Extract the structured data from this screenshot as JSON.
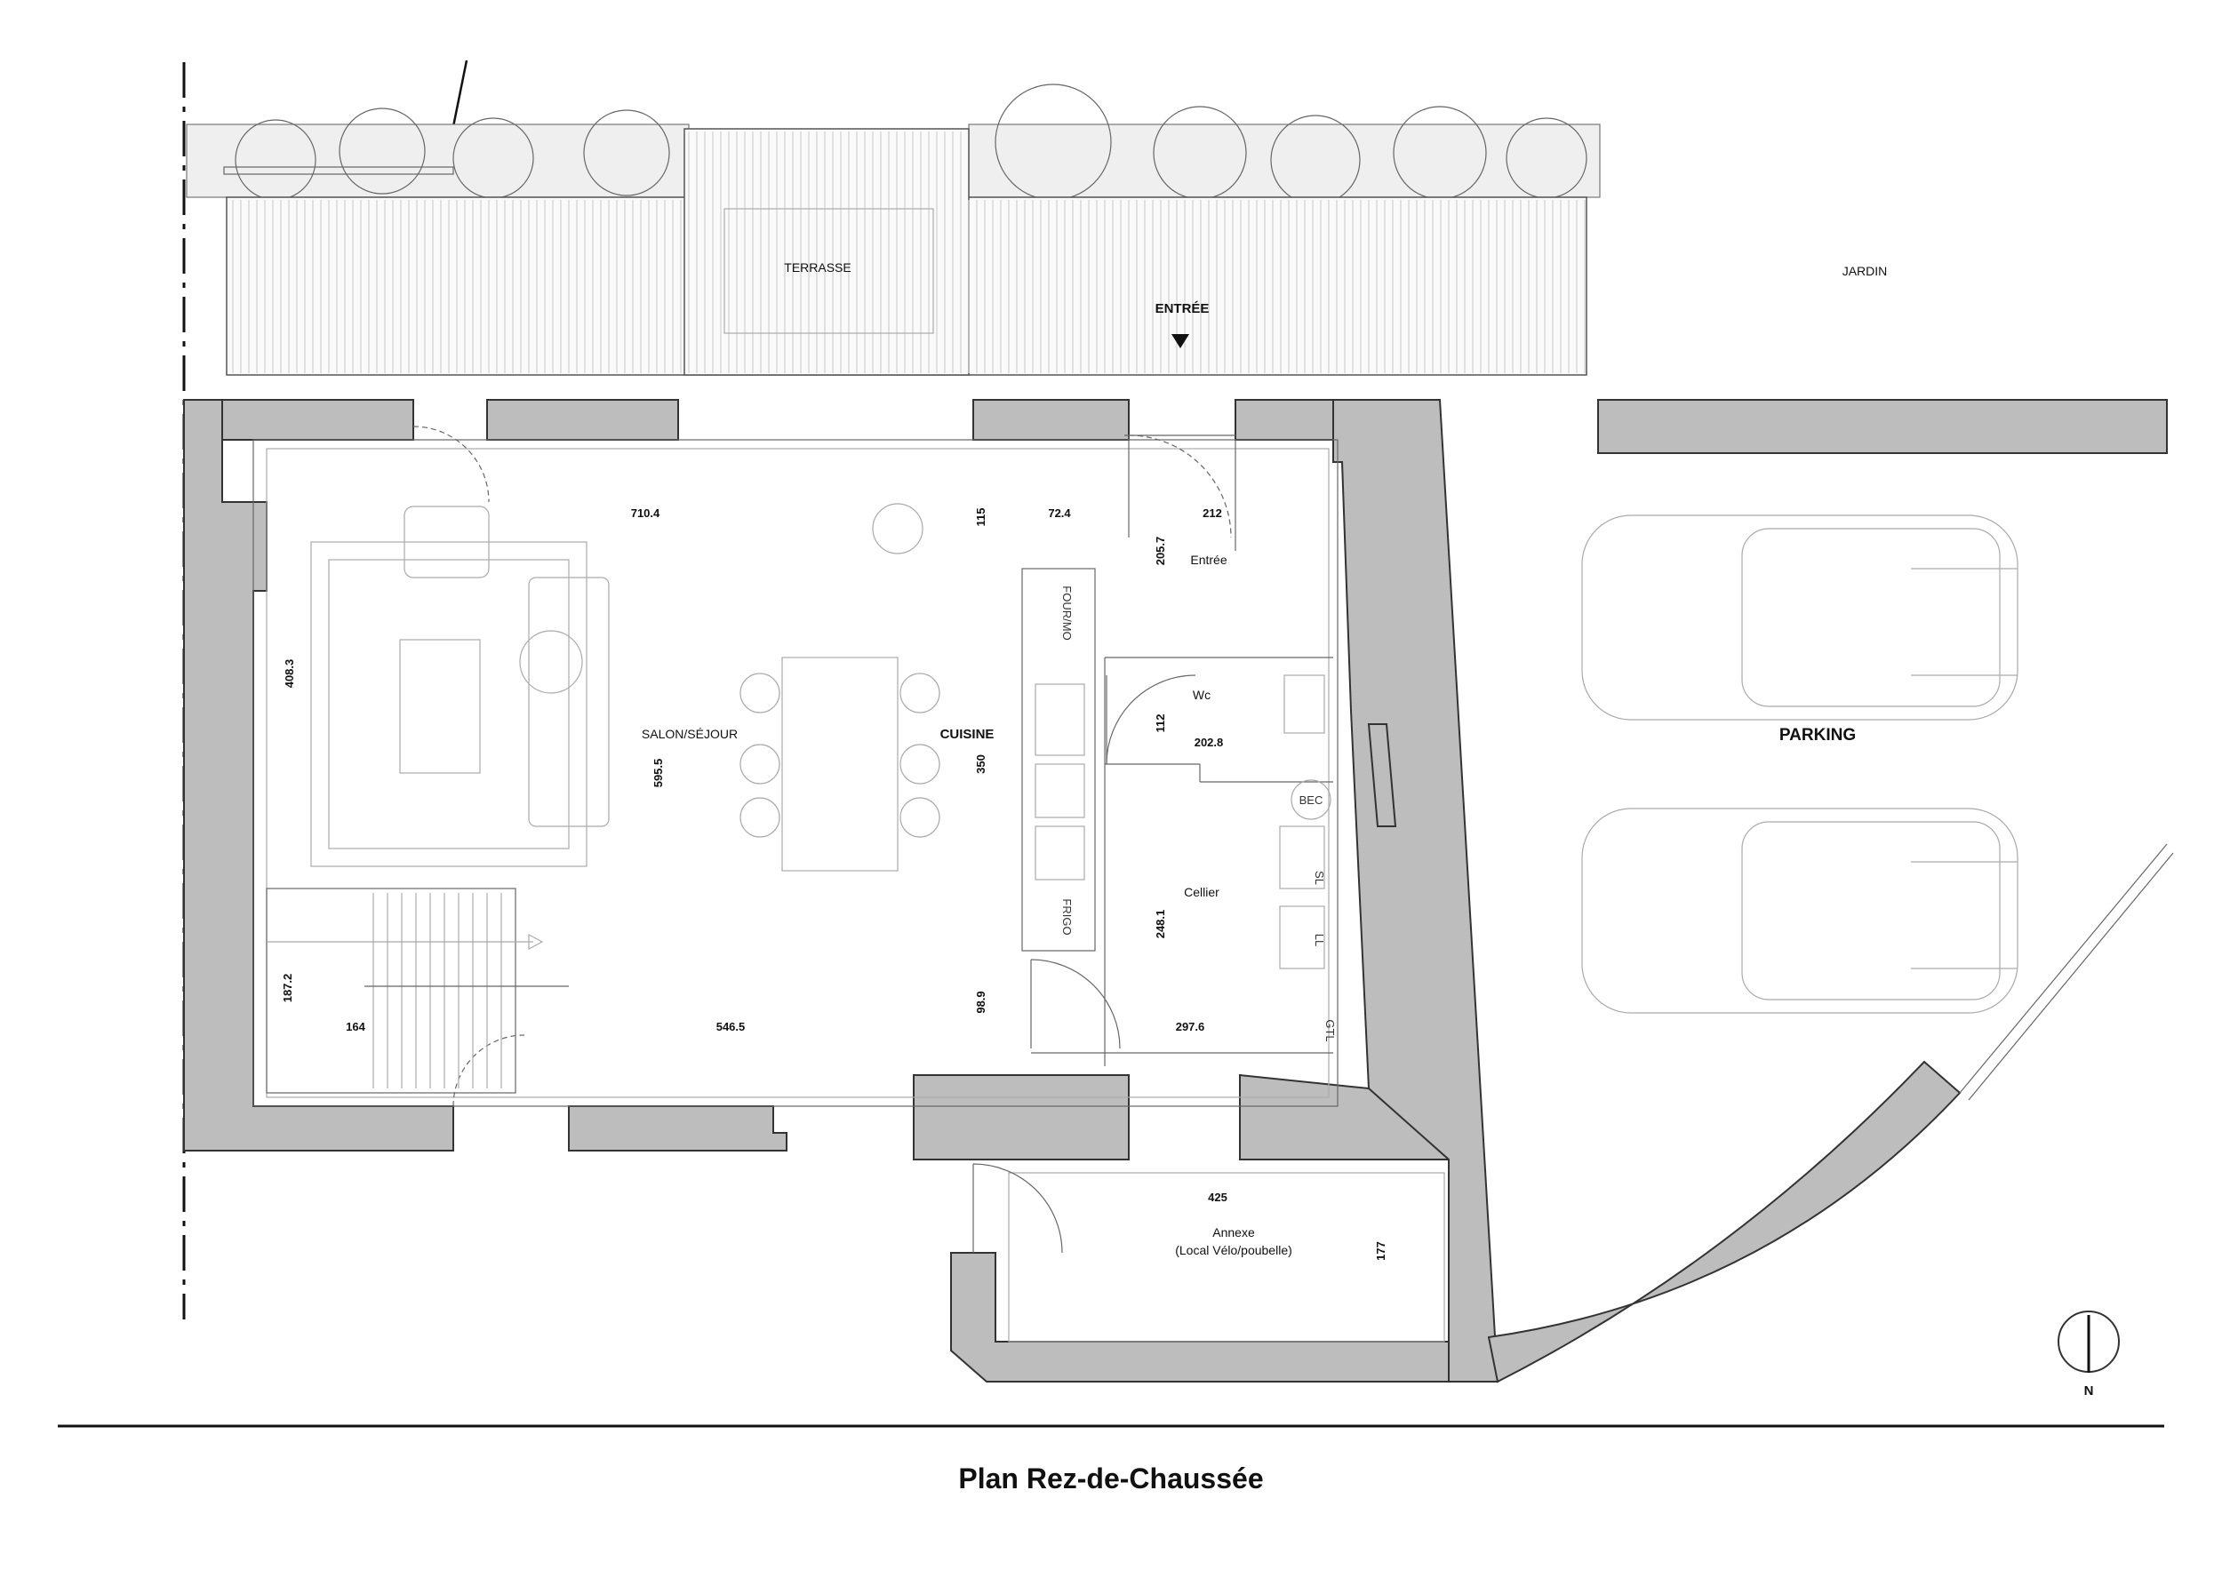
{
  "title": "Plan Rez-de-Chaussée",
  "rooms": {
    "terrasse": "TERRASSE",
    "entree_ext": "ENTRÉE",
    "jardin": "JARDIN",
    "parking": "PARKING",
    "salon": "SALON/SÉJOUR",
    "cuisine": "CUISINE",
    "entree": "Entrée",
    "wc": "Wc",
    "cellier": "Cellier",
    "annexe": "Annexe",
    "annexe_sub": "(Local Vélo/poubelle)"
  },
  "fixtures": {
    "four": "FOUR/MO",
    "frigo": "FRIGO",
    "bec": "BEC",
    "sl": "SL",
    "ll": "LL",
    "gtl": "GTL"
  },
  "dimensions": {
    "d710": "710.4",
    "d115": "115",
    "d72": "72.4",
    "d212": "212",
    "d205": "205.7",
    "d408": "408.3",
    "d112": "112",
    "d202": "202.8",
    "d595": "595.5",
    "d350": "350",
    "d248": "248.1",
    "d187": "187.2",
    "d164": "164",
    "d546": "546.5",
    "d98": "98.9",
    "d297": "297.6",
    "d425": "425",
    "d177": "177"
  },
  "north": "N",
  "colors": {
    "wall": "#bdbdbd",
    "line": "#333333",
    "background": "#ffffff"
  }
}
